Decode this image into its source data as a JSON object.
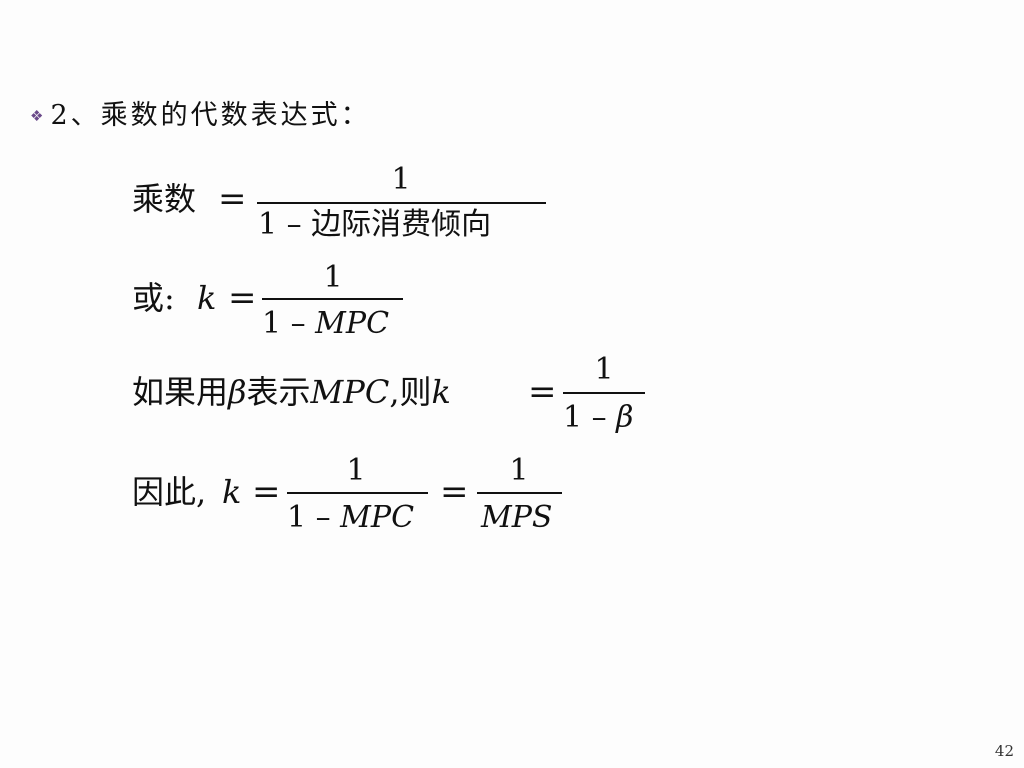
{
  "slide": {
    "bullet_char": "❖",
    "heading": "2、乘数的代数表达式：",
    "page_number": "42"
  },
  "formula1": {
    "lhs": "乘数",
    "eq": "=",
    "num": "1",
    "den": "1 – 边际消费倾向"
  },
  "formula2": {
    "lhs": "或:",
    "var": "k",
    "eq": "=",
    "num": "1",
    "den_one": "1 –",
    "den_var": "MPC"
  },
  "formula3": {
    "lhs_text": "如果用",
    "beta": "β",
    "mid_text": "表示",
    "mpc": "MPC",
    "comma": ",",
    "then": "则",
    "var": "k",
    "eq": "=",
    "num": "1",
    "den_one": "1 –",
    "den_var": "β"
  },
  "formula4": {
    "lhs": "因此,",
    "var": "k",
    "eq1": "=",
    "num1": "1",
    "den1_one": "1 –",
    "den1_var": "MPC",
    "eq2": "=",
    "num2": "1",
    "den2_var": "MPS"
  }
}
